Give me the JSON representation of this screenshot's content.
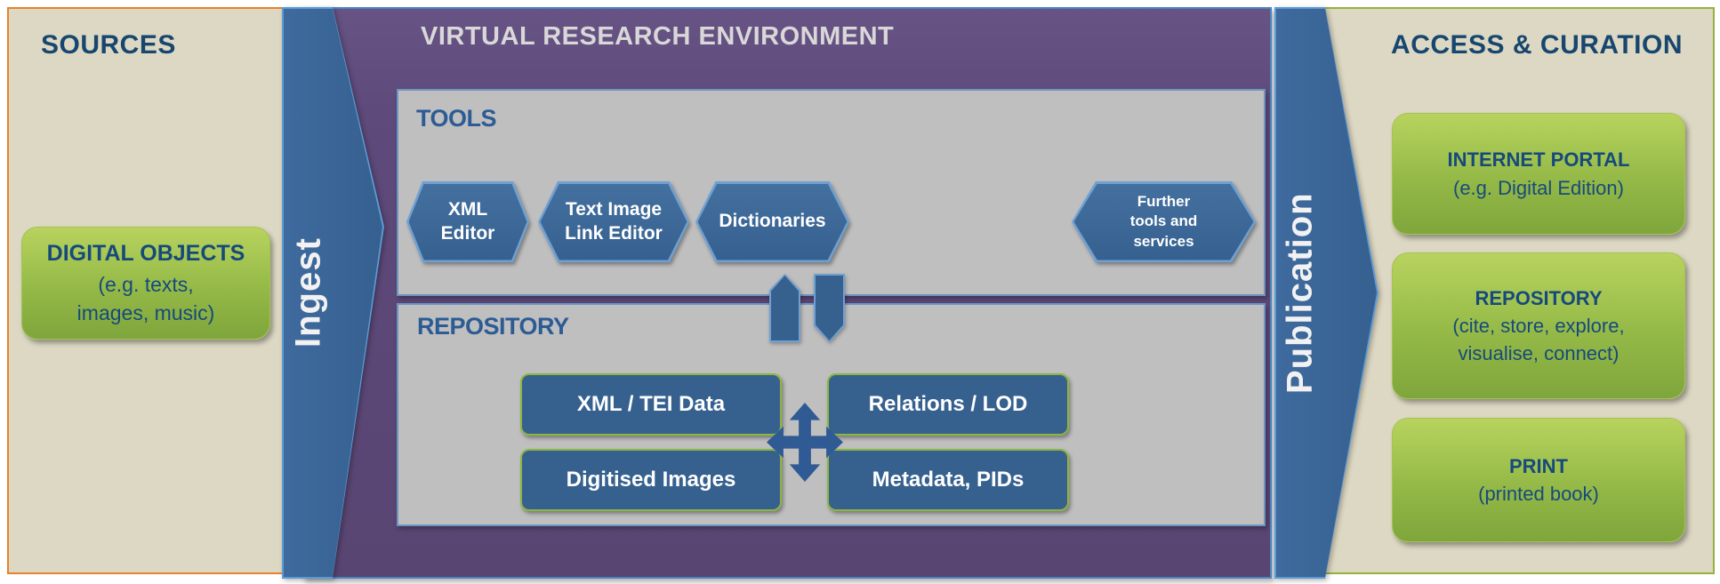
{
  "colors": {
    "panel_beige": "#ddd8c3",
    "sources_border_orange": "#e8832d",
    "access_border_green": "#96b23c",
    "vre_purple": "#5e4a7b",
    "inner_gray": "#bfbfbf",
    "shape_blue_fill": "#36618f",
    "shape_blue_border": "#6fa0d2",
    "green_box_gradient_top": "#b8d35e",
    "green_box_gradient_bottom": "#7fa63c",
    "green_box_border": "#8db63f",
    "navy_text": "#17466f",
    "vre_title_gray": "#d8d8d8"
  },
  "sources": {
    "title": "SOURCES",
    "digital_objects": {
      "line1": "DIGITAL OBJECTS",
      "line2": "(e.g. texts,",
      "line3": "images, music)"
    }
  },
  "ingest": {
    "label": "Ingest"
  },
  "vre": {
    "title": "VIRTUAL RESEARCH ENVIRONMENT",
    "tools": {
      "title": "TOOLS",
      "hexagons": [
        {
          "lines": [
            "XML",
            "Editor"
          ]
        },
        {
          "lines": [
            "Text Image",
            "Link Editor"
          ]
        },
        {
          "lines": [
            "Dictionaries"
          ]
        },
        {
          "lines": [
            "Further",
            "tools and",
            "services"
          ]
        }
      ]
    },
    "repository": {
      "title": "REPOSITORY",
      "boxes": [
        "XML / TEI Data",
        "Relations / LOD",
        "Digitised Images",
        "Metadata, PIDs"
      ]
    }
  },
  "publication": {
    "label": "Publication"
  },
  "access": {
    "title": "ACCESS & CURATION",
    "portal": {
      "line1": "INTERNET PORTAL",
      "line2": "(e.g. Digital Edition)"
    },
    "repository": {
      "line1": "REPOSITORY",
      "line2": "(cite, store, explore,",
      "line3": "visualise, connect)"
    },
    "print": {
      "line1": "PRINT",
      "line2": "(printed book)"
    }
  }
}
